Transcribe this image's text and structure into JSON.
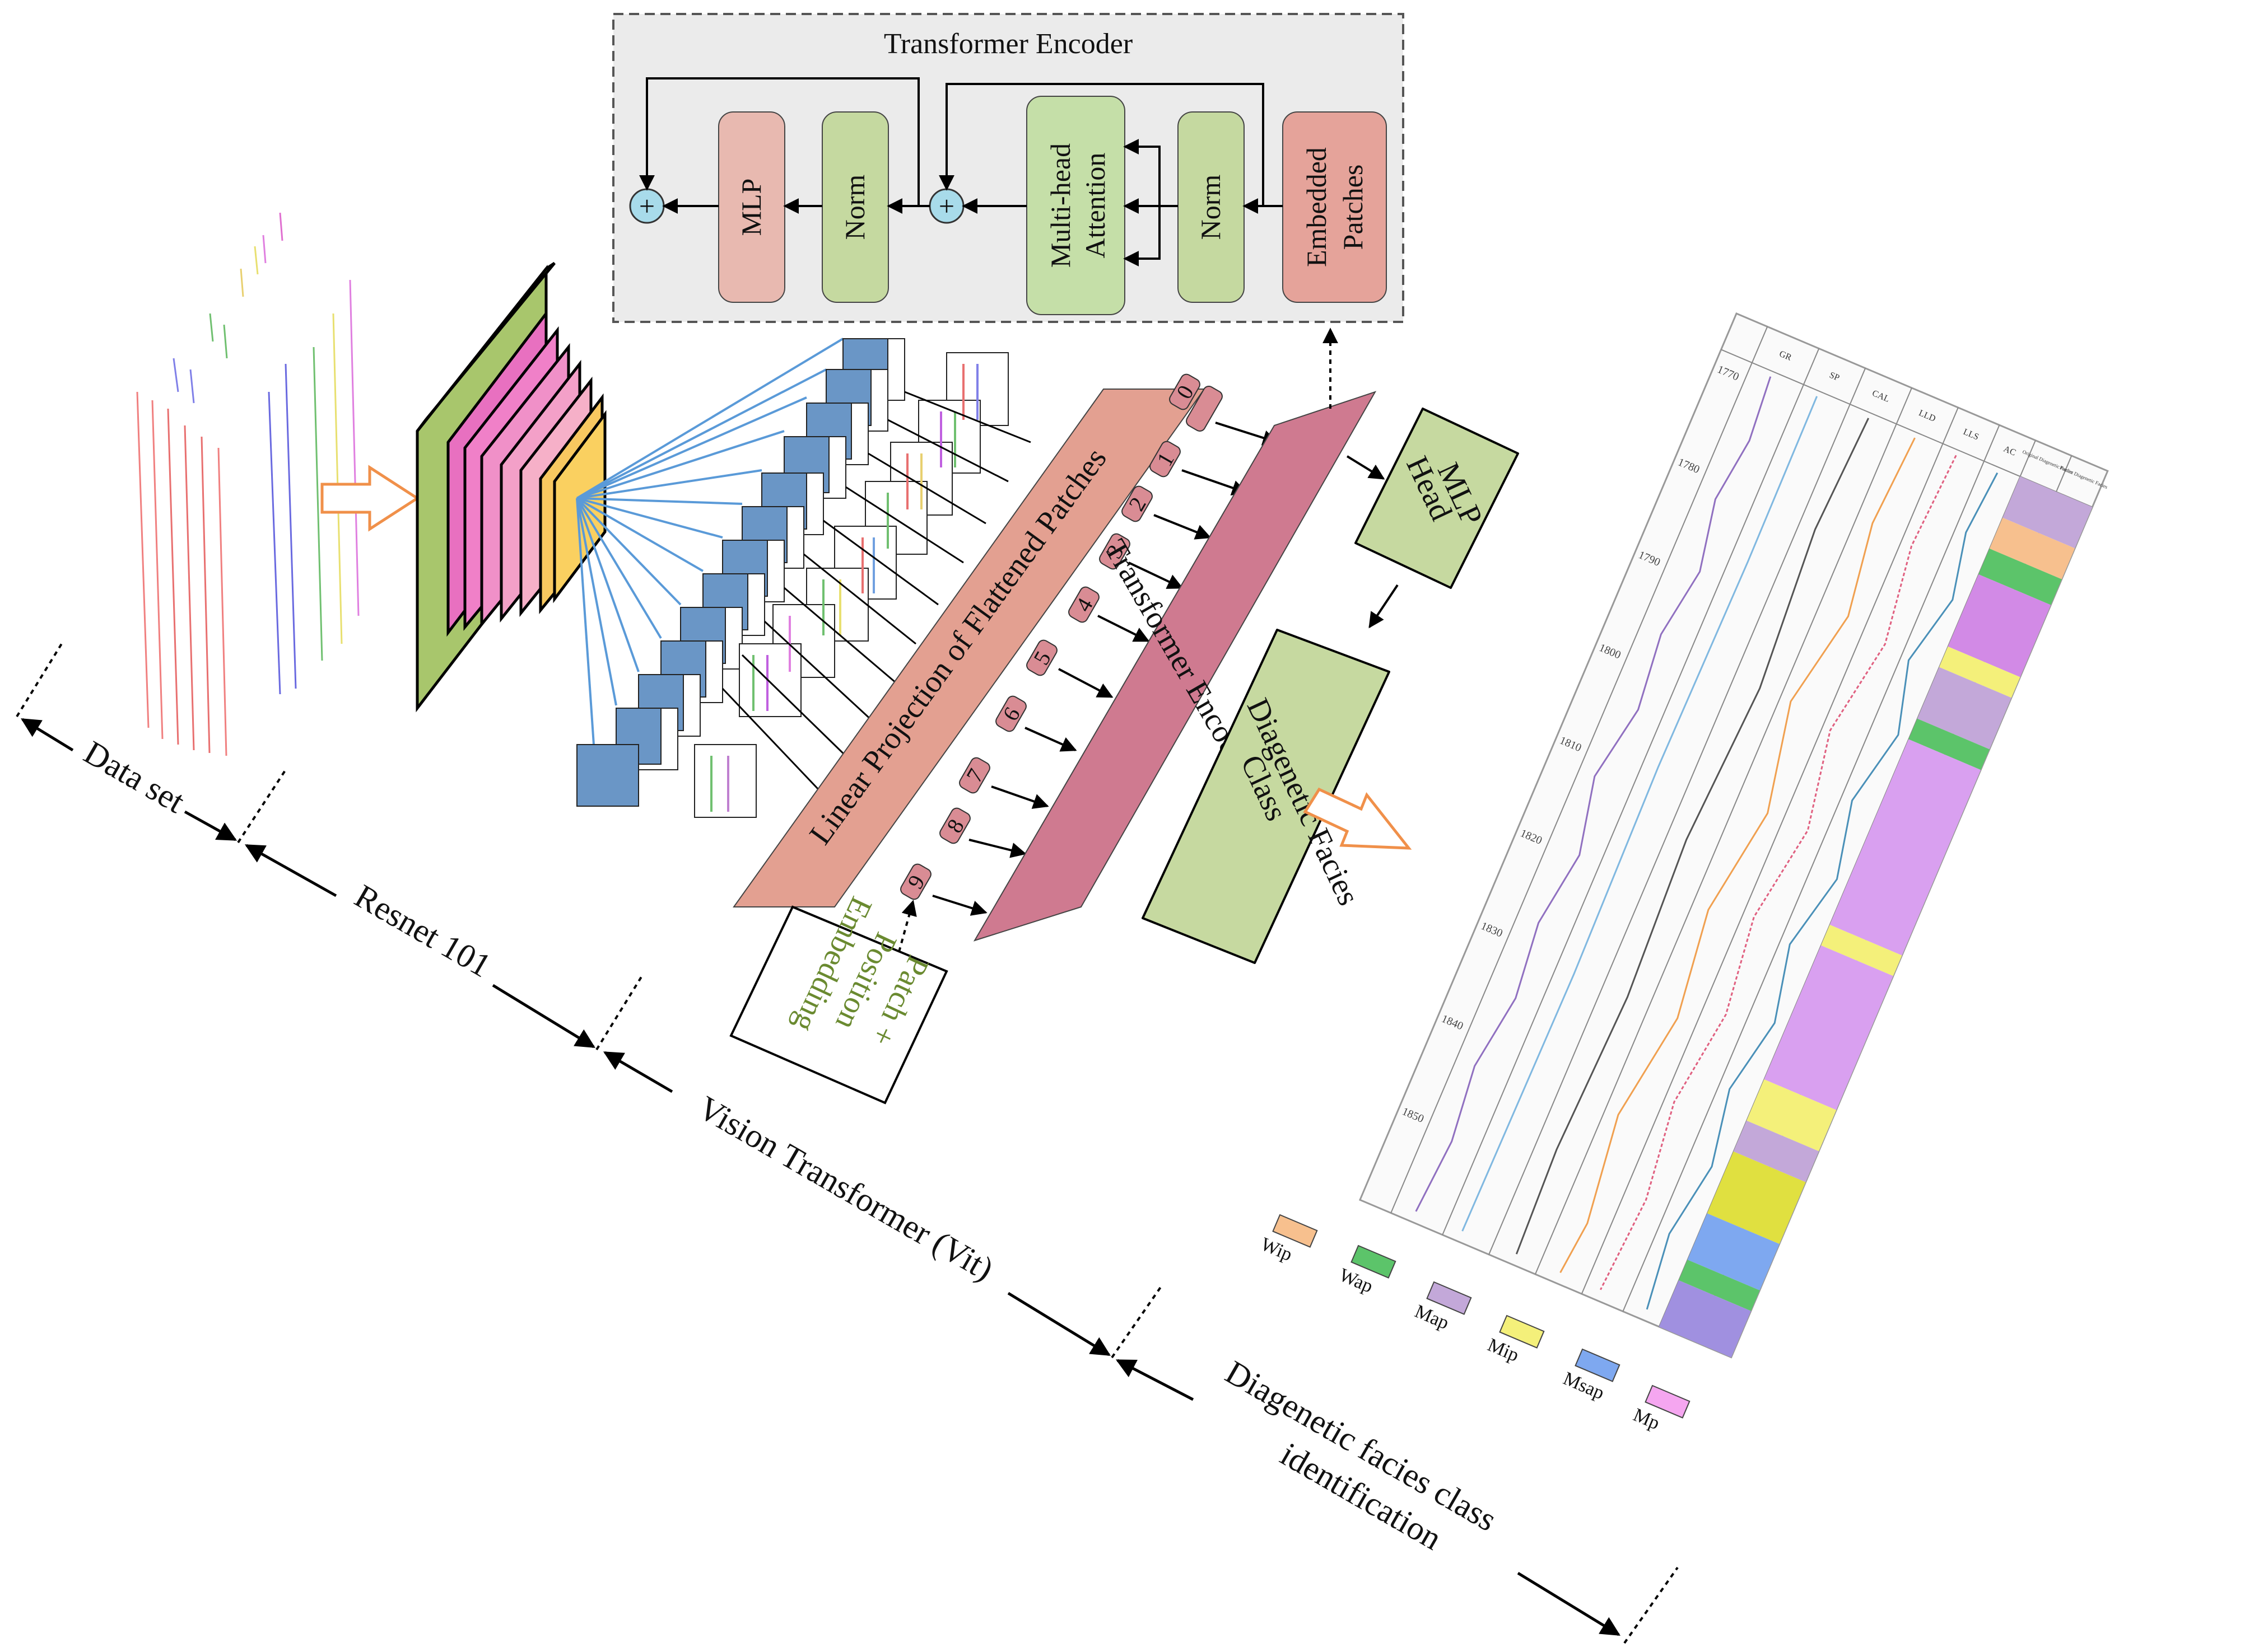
{
  "encoder": {
    "title": "Transformer Encoder",
    "blocks": {
      "mlp": "MLP",
      "norm1": "Norm",
      "attention_line1": "Multi-head",
      "attention_line2": "Attention",
      "norm2": "Norm",
      "embedded_line1": "Embedded",
      "embedded_line2": "Patches"
    },
    "plus_symbol": "+"
  },
  "pipeline": {
    "linear_projection": "Linear Projection of Flattened Patches",
    "transformer_encoder": "Transformer Encoder",
    "mlp_head_line1": "MLP",
    "mlp_head_line2": "Head",
    "facies_class_line1": "Diagenetic Facies",
    "facies_class_line2": "Class",
    "position_line1": "Patch +",
    "position_line2": "Position",
    "position_line3": "Embedding",
    "tokens": [
      "0",
      "1",
      "2",
      "3",
      "4",
      "5",
      "6",
      "7",
      "8",
      "9"
    ]
  },
  "stages": {
    "dataset": "Data set",
    "resnet": "Resnet 101",
    "vit": "Vision Transformer (Vit)",
    "identification_line1": "Diagenetic facies class",
    "identification_line2": "identification"
  },
  "well_log": {
    "headers": [
      "GR",
      "SP",
      "CAL",
      "LLD",
      "LLS",
      "AC",
      "Original Diagenetic Facies",
      "Predict Diagenetic Facies"
    ],
    "depths": [
      "1770",
      "1780",
      "1790",
      "1800",
      "1810",
      "1820",
      "1830",
      "1840",
      "1850"
    ]
  },
  "legend": [
    {
      "label": "Wip",
      "color": "#f7c08e"
    },
    {
      "label": "Wap",
      "color": "#5cc46a"
    },
    {
      "label": "Map",
      "color": "#c3a8d9"
    },
    {
      "label": "Mip",
      "color": "#f4f07a"
    },
    {
      "label": "Msap",
      "color": "#7ea8f0"
    },
    {
      "label": "Mp",
      "color": "#f5a6f0"
    }
  ],
  "colors": {
    "mlp_block": "#e8b9b0",
    "norm_block": "#c5d9a0",
    "attention_block": "#c5dfa8",
    "embedded_block": "#e5a39a",
    "linear_projection": "#e3a091",
    "transformer_band": "#cf7a90",
    "head_green": "#c6d9a0",
    "patch_blue": "#6a96c6",
    "token_pink": "#d98c94",
    "plus_circle": "#a8dbea"
  }
}
